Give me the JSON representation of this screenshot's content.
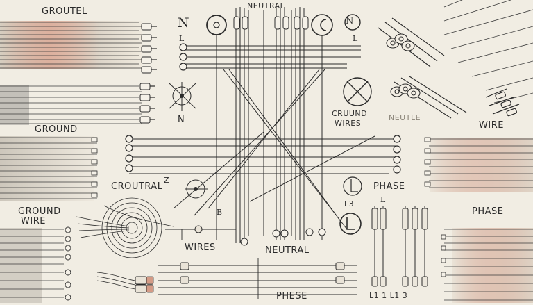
{
  "labels": {
    "groutel": "GROUTEL",
    "neutral_top": "NEUTRAL",
    "n_left": "N",
    "n_right": "N",
    "l_mark_left": "L",
    "l_mark_right": "L",
    "n_mid": "N",
    "ground_mid": "GROUND",
    "cruround": "CRUUND",
    "wires_mid": "WIRES",
    "neutle": "NEUTLE",
    "wire_right": "WIRE",
    "croutral": "CROUTRAL",
    "croutral_mark": "Z",
    "ground_wire_1": "GROUND",
    "ground_wire_2": "WIRE",
    "wires_bottom": "WIRES",
    "neutral_bottom": "NEUTRAL",
    "phase_mid": "PHASE",
    "phase_right": "PHASE",
    "l3": "L3",
    "l_small": "L",
    "b_mark": "B",
    "phese": "PHESE",
    "bottom_codes": "L1 1  L1 3"
  },
  "colors": {
    "background": "#f1ede3",
    "ink": "#2b2b2b",
    "wire_tint": "#c9795f"
  }
}
